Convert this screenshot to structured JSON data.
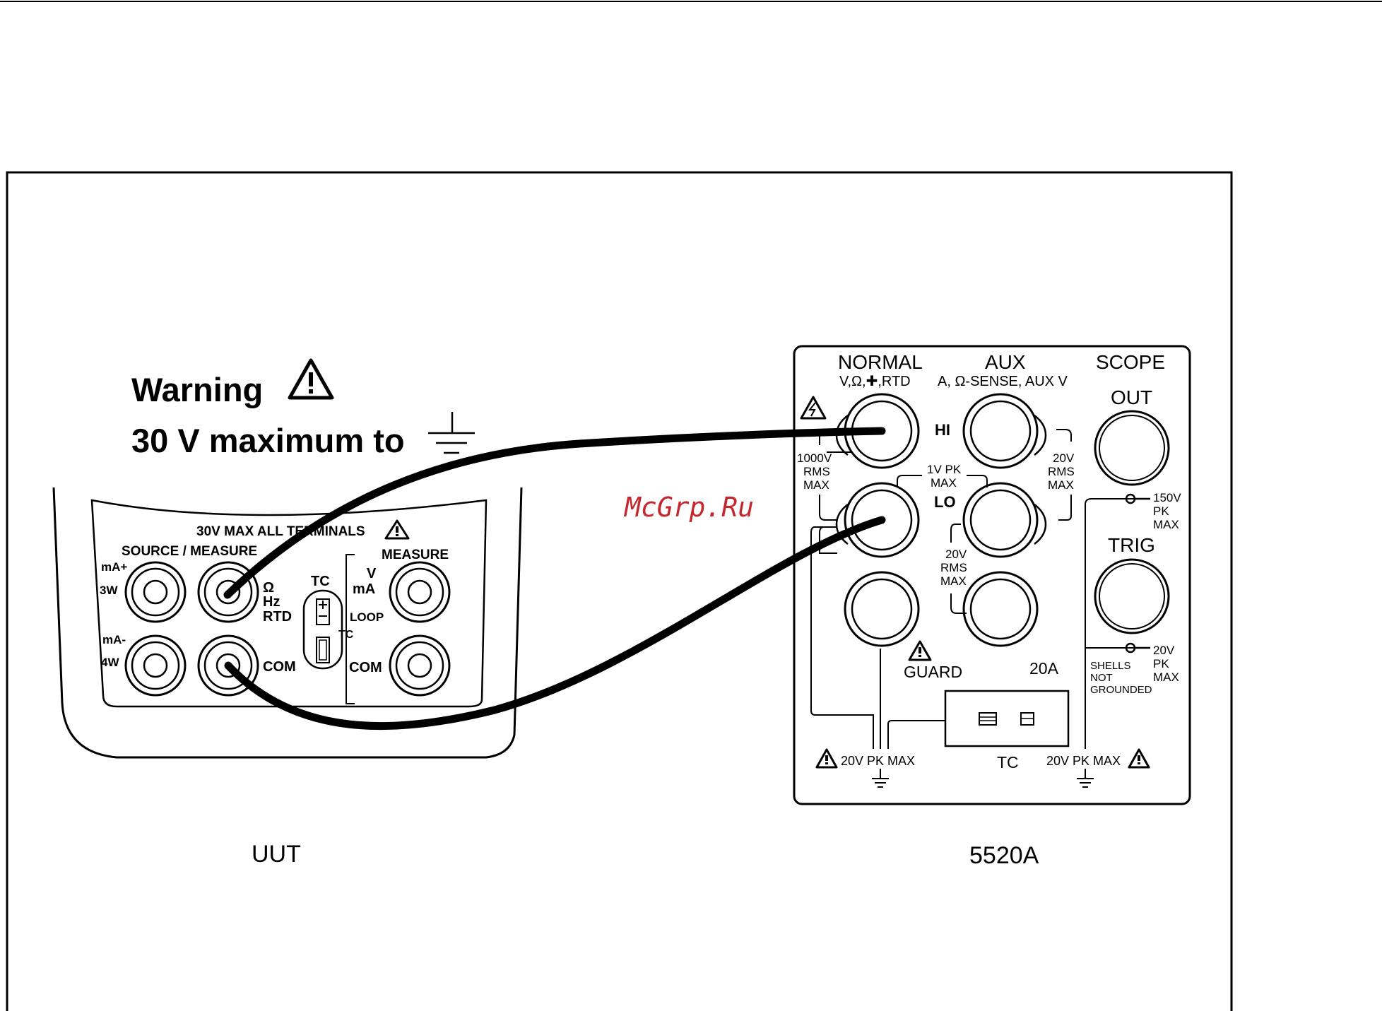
{
  "warning": {
    "title": "Warning",
    "line2": "30 V maximum to"
  },
  "uut": {
    "caption": "UUT",
    "top_label": "30V MAX ALL TERMINALS",
    "source_measure": "SOURCE / MEASURE",
    "measure": "MEASURE",
    "ma_plus": "mA+",
    "three_w": "3W",
    "ma_minus": "mA-",
    "four_w": "4W",
    "ohm": "Ω",
    "hz": "Hz",
    "rtd": "RTD",
    "com_left": "COM",
    "tc": "TC",
    "tc_small": "TC",
    "v": "V",
    "ma": "mA",
    "loop": "LOOP",
    "com_right": "COM"
  },
  "calibrator": {
    "caption": "5520A",
    "normal": "NORMAL",
    "normal_sub": "V,Ω,✚,RTD",
    "aux": "AUX",
    "aux_sub": "A, Ω-SENSE, AUX V",
    "scope": "SCOPE",
    "out": "OUT",
    "hi": "HI",
    "lo": "LO",
    "rating_1000v": [
      "1000V",
      "RMS",
      "MAX"
    ],
    "rating_1vpk": [
      "1V PK",
      "MAX"
    ],
    "rating_20v_rms_right": [
      "20V",
      "RMS",
      "MAX"
    ],
    "rating_20v_rms_mid": [
      "20V",
      "RMS",
      "MAX"
    ],
    "rating_150v": [
      "150V",
      "PK",
      "MAX"
    ],
    "trig": "TRIG",
    "rating_20v_pk": [
      "20V",
      "PK",
      "MAX"
    ],
    "shells": [
      "SHELLS",
      "NOT",
      "GROUNDED"
    ],
    "guard": "GUARD",
    "twenty_a": "20A",
    "tc": "TC",
    "pk_left": "20V PK MAX",
    "pk_right": "20V PK MAX"
  },
  "watermark": "McGrp.Ru"
}
